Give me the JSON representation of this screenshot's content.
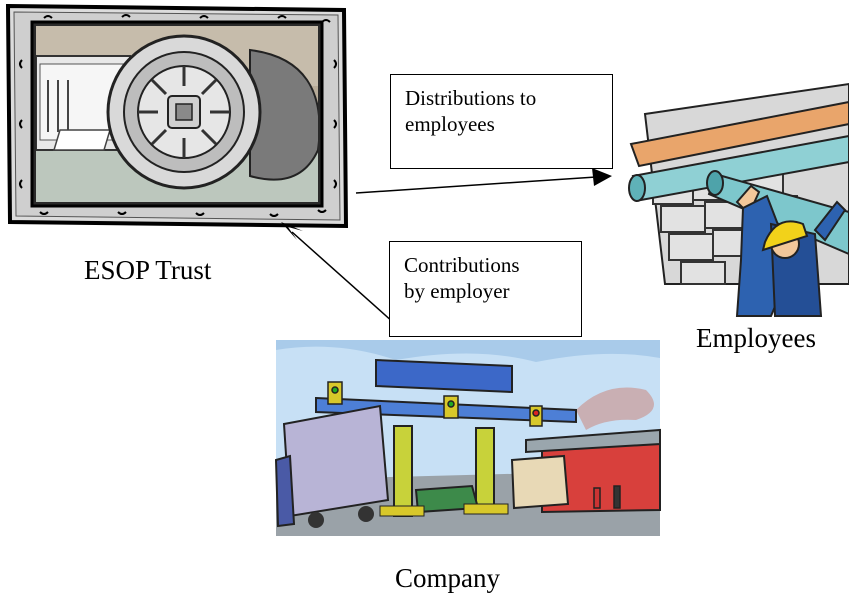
{
  "nodes": {
    "trust": {
      "label": "ESOP Trust",
      "icon": "bank-vault-icon"
    },
    "employees": {
      "label": "Employees",
      "icon": "construction-worker-icon"
    },
    "company": {
      "label": "Company",
      "icon": "industrial-facility-icon"
    }
  },
  "edges": {
    "distributions": {
      "from": "ESOP Trust",
      "to": "Employees",
      "label_line1": "Distributions to",
      "label_line2": "employees"
    },
    "contributions": {
      "from": "Company",
      "to": "ESOP Trust",
      "label_line1": "Contributions",
      "label_line2": "by employer"
    }
  }
}
